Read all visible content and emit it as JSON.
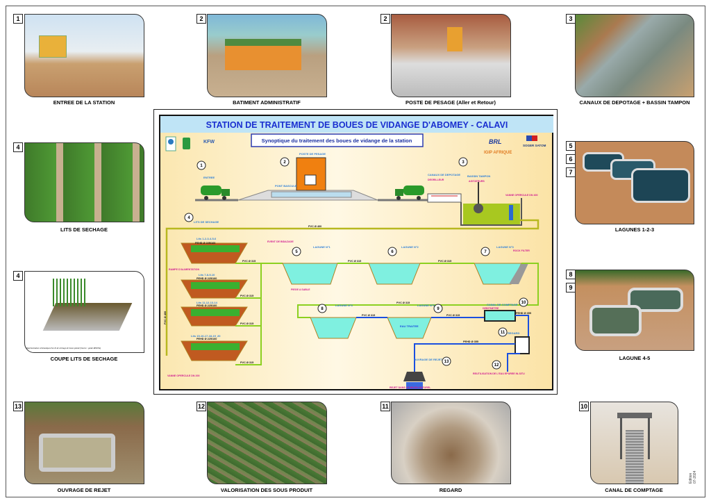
{
  "photos": [
    {
      "num": "1",
      "caption": "ENTREE DE LA STATION"
    },
    {
      "num": "2",
      "caption": "BATIMENT ADMINISTRATIF"
    },
    {
      "num": "2",
      "caption": "POSTE DE PESAGE (Aller et Retour)"
    },
    {
      "num": "3",
      "caption": "CANAUX DE DEPOTAGE + BASSIN TAMPON"
    },
    {
      "num": "4",
      "caption": "LITS DE SECHAGE"
    },
    {
      "num": "4",
      "caption": "COUPE LITS DE SECHAGE",
      "note": "Représentation schématique d'un lit de séchage de boues planté (Source : guide IRSTEA)"
    },
    {
      "nums": [
        "5",
        "6",
        "7"
      ],
      "caption": "LAGUNES 1-2-3"
    },
    {
      "nums": [
        "8",
        "9"
      ],
      "caption": "LAGUNE 4-5"
    },
    {
      "num": "13",
      "caption": "OUVRAGE DE REJET"
    },
    {
      "num": "12",
      "caption": "VALORISATION DES SOUS PRODUIT"
    },
    {
      "num": "11",
      "caption": "REGARD"
    },
    {
      "num": "10",
      "caption": "CANAL DE COMPTAGE"
    }
  ],
  "edition": {
    "line1": "Edition",
    "line2": "07-2024"
  },
  "diagram": {
    "title": "STATION DE TRAITEMENT DE BOUES DE VIDANGE D'ABOMEY - CALAVI",
    "subtitle": "Synoptique du traitement des boues de vidange de la station",
    "logos": {
      "kfw": "KFW",
      "brl": "BRL",
      "igip": "IGIP AFRIQUE",
      "soger": "SOGER SATOM"
    },
    "steps": [
      "1",
      "2",
      "3",
      "4",
      "5",
      "6",
      "7",
      "8",
      "9",
      "10",
      "11",
      "12",
      "13"
    ],
    "labels": {
      "entree": "ENTREE",
      "poste": "POSTE DE PESAGE",
      "pont": "PONT BASCULE",
      "canaux": "CANAUX DE DEPOTAGE",
      "degrilleur": "DEGRILLEUR",
      "bassin": "BASSIN TAMPON",
      "agitateurs": "AGITATEURS",
      "vanne400": "VANNE OPERCULE DN 400",
      "lits": "LITS DE SECHAGE",
      "pvc400": "PVC Ø 400",
      "pvc400v": "PVC Ø 400",
      "pvc315": "PVC Ø 315",
      "pehd": "PEHD Ø 225/160",
      "pehd355": "PEHD Ø 355",
      "lits1": "Lits 1-2-3-4-5-6",
      "lits2": "Lits 7-8-9-10",
      "lits3": "Lits 11-12-13-14",
      "lits4": "Lits 15-16-17-18-19_20",
      "rampe": "RAMPE D'ALIMENTATION",
      "vanne200": "VANNE OPERCULE DN 200",
      "evant": "EVENT DE BIDAZAGE",
      "piege": "PIEGE A SABLE",
      "lag1": "LAGUNE N°1",
      "lag2": "LAGUNE N°2",
      "lag3": "LAGUNE N°3",
      "lag4": "LAGUNE N°4",
      "lag5": "LAGUNE N°5",
      "rock": "ROCK FILTER",
      "eau": "EAU TRAITEE",
      "canal": "CANAL DE COMPTAGE",
      "debit": "DEBITMETRE",
      "regard": "REGARD",
      "ouvrage": "OUVRAGE DE REJET",
      "rejet": "REJET DANS LE MILIEU NATUREL",
      "reutil": "REUTILISATION DE L'EAU EPUREE IN-SITU"
    },
    "colors": {
      "title": "#1a2fd0",
      "water": "#7ff0e0",
      "pipe_green": "#8cd020",
      "pipe_olive": "#b8b820",
      "pipe_blue": "#1a4fe0",
      "label": "#2d7fd8",
      "magenta": "#d01890"
    }
  }
}
